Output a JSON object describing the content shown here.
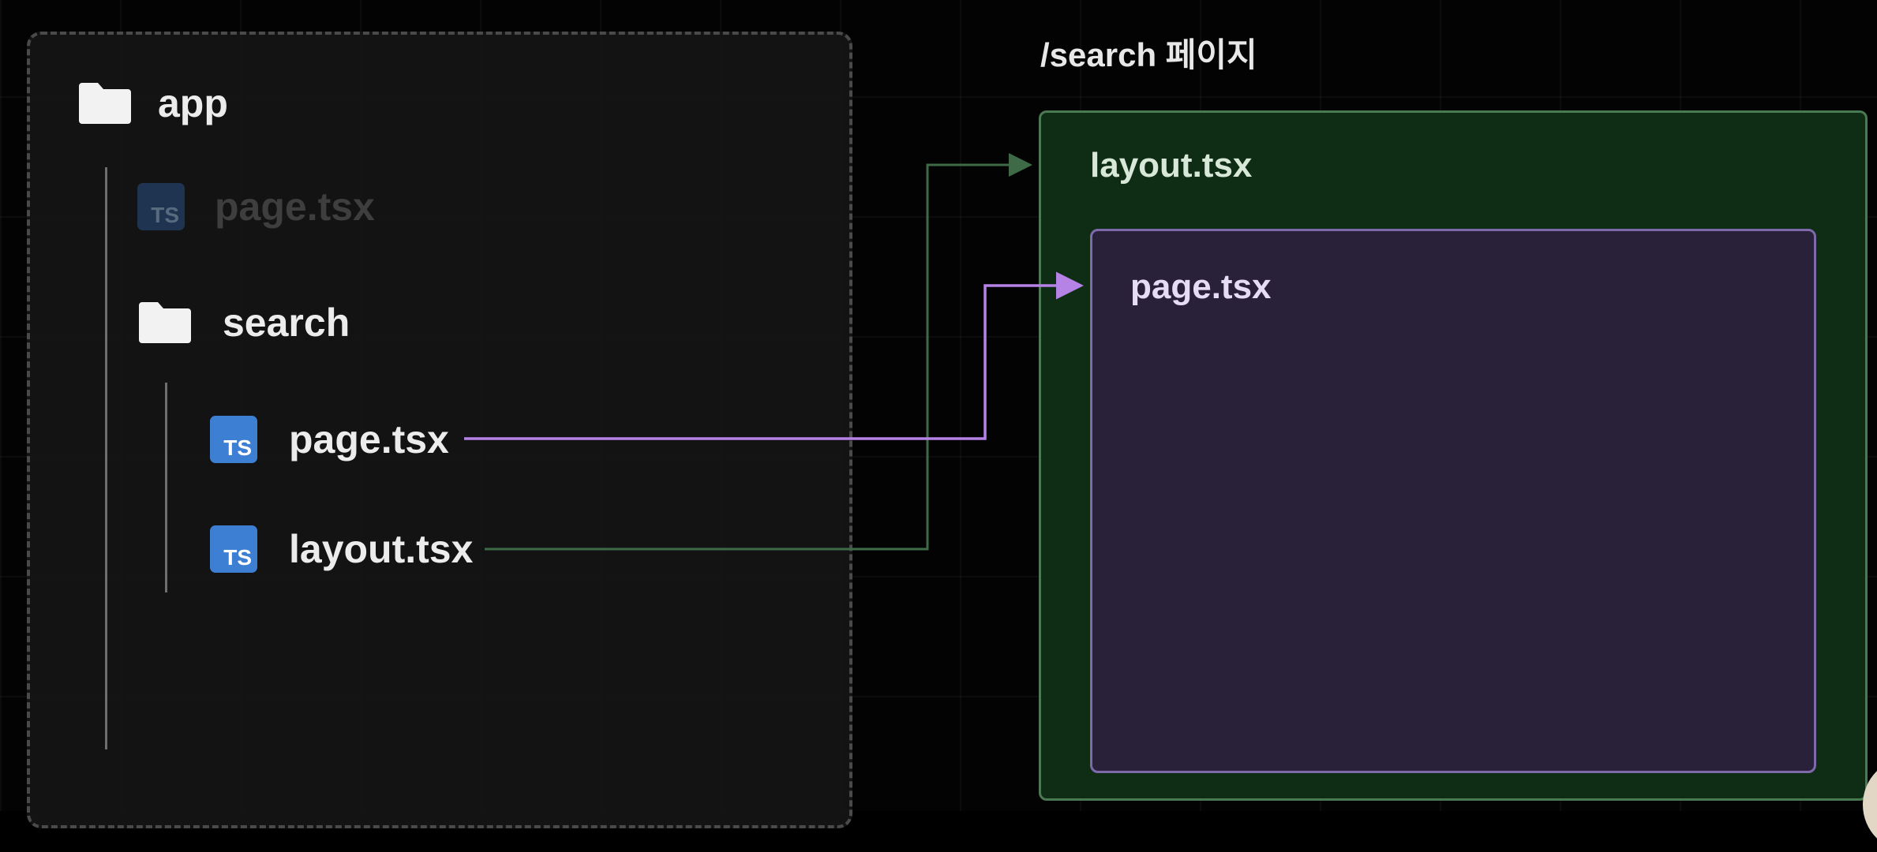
{
  "explorer": {
    "root_folder": "app",
    "root_page": "page.tsx",
    "sub_folder": "search",
    "sub_page": "page.tsx",
    "sub_layout": "layout.tsx",
    "ts_badge": "TS"
  },
  "preview": {
    "title": "/search 페이지",
    "layout_label": "layout.tsx",
    "page_label": "page.tsx"
  },
  "colors": {
    "page_connector": "#b582e6",
    "layout_connector": "#3f6a47",
    "layout_fill": "#0f2c15",
    "page_fill": "#29213a",
    "ts_blue": "#3d7fd3"
  }
}
